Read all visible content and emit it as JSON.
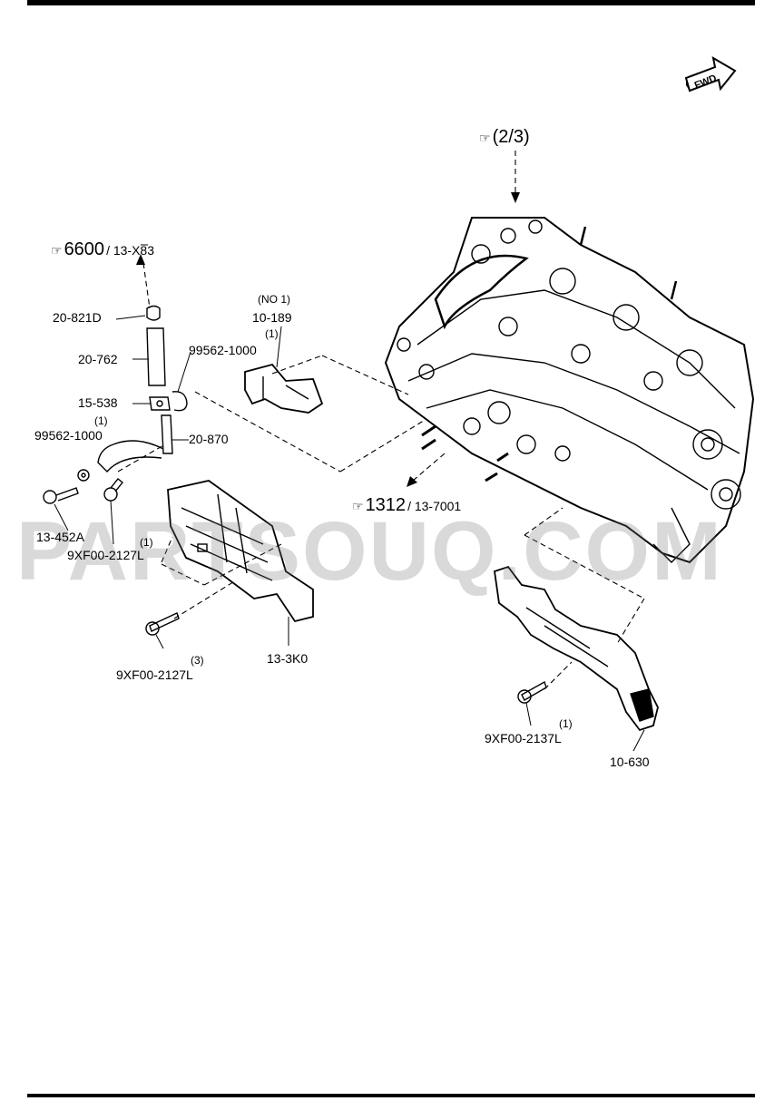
{
  "watermark": "PARTSOUQ.COM",
  "fwd_label": "FWD",
  "refs": {
    "top": {
      "text": "(2/3)"
    },
    "upper_left": {
      "num": "6600",
      "sub": "/ 13-X83"
    },
    "center": {
      "num": "1312",
      "sub": "/ 13-7001"
    }
  },
  "labels": {
    "no1": "(NO 1)",
    "p10_189": "10-189",
    "q10_189": "(1)",
    "p20_821d": "20-821D",
    "p20_762": "20-762",
    "p99562_upper": "99562-1000",
    "p15_538": "15-538",
    "q99562_lower": "(1)",
    "p99562_lower": "99562-1000",
    "p20_870": "20-870",
    "p13_452a": "13-452A",
    "q9xf00_a": "(1)",
    "p9xf00_a": "9XF00-2127L",
    "q9xf00_b": "(3)",
    "p9xf00_b": "9XF00-2127L",
    "p13_3k0": "13-3K0",
    "q9xf00_c": "(1)",
    "p9xf00_c": "9XF00-2137L",
    "p10_630": "10-630"
  },
  "colors": {
    "ink": "#000000",
    "watermark": "#9a9a9a"
  }
}
